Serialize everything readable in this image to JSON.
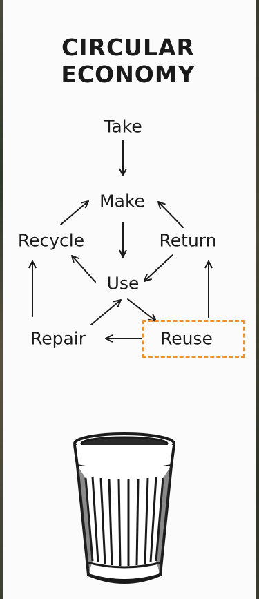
{
  "title": {
    "line1": "CIRCULAR",
    "line2": "ECONOMY"
  },
  "nodes": {
    "take": "Take",
    "make": "Make",
    "recycle": "Recycle",
    "return": "Return",
    "use": "Use",
    "repair": "Repair",
    "reuse": "Reuse"
  },
  "highlight": {
    "target": "reuse",
    "color": "#f0922b"
  },
  "icons": {
    "bottom": "trash-can-icon"
  }
}
